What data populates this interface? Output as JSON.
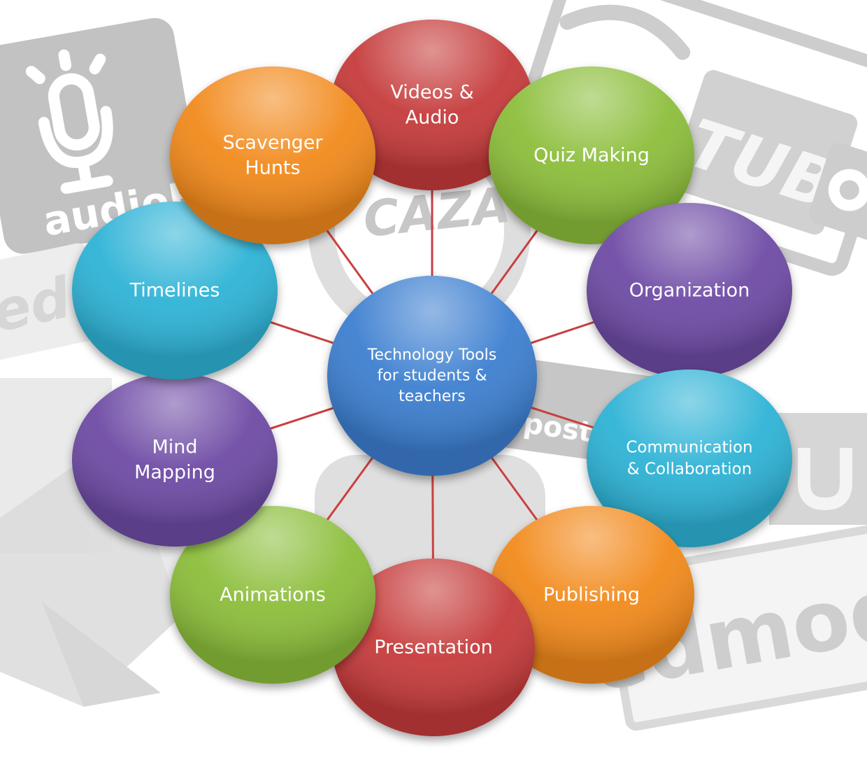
{
  "center": {
    "label": [
      "Technology Tools",
      "for students &",
      "teachers"
    ],
    "color": "#3C7FD0"
  },
  "nodes": [
    {
      "id": "videos-audio",
      "label": [
        "Videos &",
        "Audio"
      ],
      "color": "#C63B3B"
    },
    {
      "id": "quiz-making",
      "label": [
        "Quiz Making"
      ],
      "color": "#8CBE3A"
    },
    {
      "id": "organization",
      "label": [
        "Organization"
      ],
      "color": "#6E4BA5"
    },
    {
      "id": "communication-collaboration",
      "label": [
        "Communication",
        "& Collaboration"
      ],
      "color": "#2FB3D6"
    },
    {
      "id": "publishing",
      "label": [
        "Publishing"
      ],
      "color": "#F28A1E"
    },
    {
      "id": "presentation",
      "label": [
        "Presentation"
      ],
      "color": "#C63B3B"
    },
    {
      "id": "animations",
      "label": [
        "Animations"
      ],
      "color": "#8CBE3A"
    },
    {
      "id": "mind-mapping",
      "label": [
        "Mind",
        "Mapping"
      ],
      "color": "#6E4BA5"
    },
    {
      "id": "timelines",
      "label": [
        "Timelines"
      ],
      "color": "#2FB3D6"
    },
    {
      "id": "scavenger-hunts",
      "label": [
        "Scavenger",
        "Hunts"
      ],
      "color": "#F28A1E"
    }
  ],
  "background_logos": [
    {
      "id": "audioboo",
      "text": "audioBoo"
    },
    {
      "id": "schooltube-tube",
      "text": "TUBE"
    },
    {
      "id": "caza",
      "text": "CAZA"
    },
    {
      "id": "poster",
      "text": "poste"
    },
    {
      "id": "edmodo",
      "text": "edmodo"
    },
    {
      "id": "ed-fragment",
      "text": "ed"
    }
  ],
  "connector_color": "#C94040"
}
